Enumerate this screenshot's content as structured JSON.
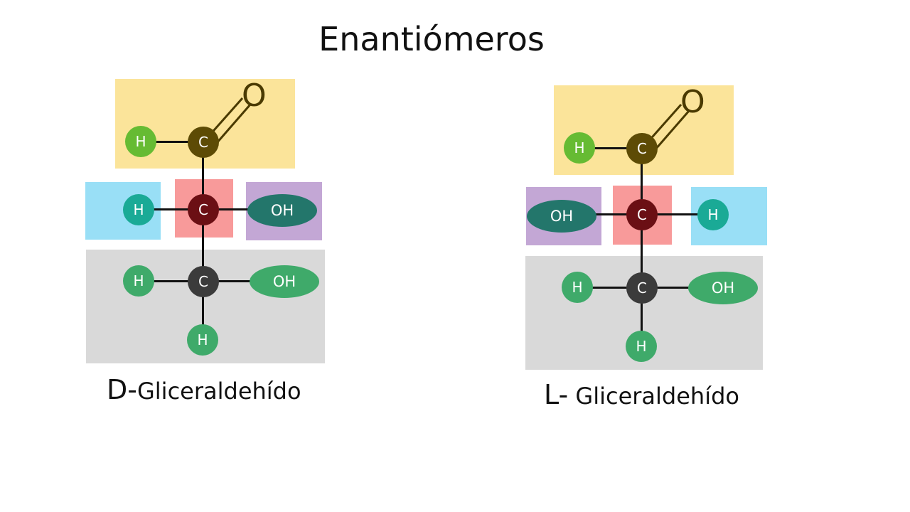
{
  "title": "Enantiómeros",
  "colors": {
    "aldehyde_box": "#fbe49a",
    "h_box": "#99dff6",
    "chiral_box": "#f89a9a",
    "oh_box": "#c3a7d5",
    "ch2oh_box": "#d9d9d9",
    "carbonyl_carbon": "#5d4b05",
    "chiral_carbon": "#6b0f14",
    "lower_carbon": "#3b3b3b",
    "aldehyde_h": "#66bb33",
    "teal_h": "#1aaa96",
    "teal_oh": "#23766b",
    "green_atom": "#3faa6a"
  },
  "molecules": [
    {
      "prefix": "D-",
      "name": "Gliceraldehído",
      "carbonyl_o": "O",
      "aldehyde_h": "H",
      "c1": "C",
      "chiral_left": "H",
      "c2": "C",
      "chiral_right": "OH",
      "lower_left_h": "H",
      "c3": "C",
      "lower_oh": "OH",
      "bottom_h": "H"
    },
    {
      "prefix": "L-",
      "name": "Gliceraldehído",
      "carbonyl_o": "O",
      "aldehyde_h": "H",
      "c1": "C",
      "chiral_left": "OH",
      "c2": "C",
      "chiral_right": "H",
      "lower_left_h": "H",
      "c3": "C",
      "lower_oh": "OH",
      "bottom_h": "H"
    }
  ]
}
